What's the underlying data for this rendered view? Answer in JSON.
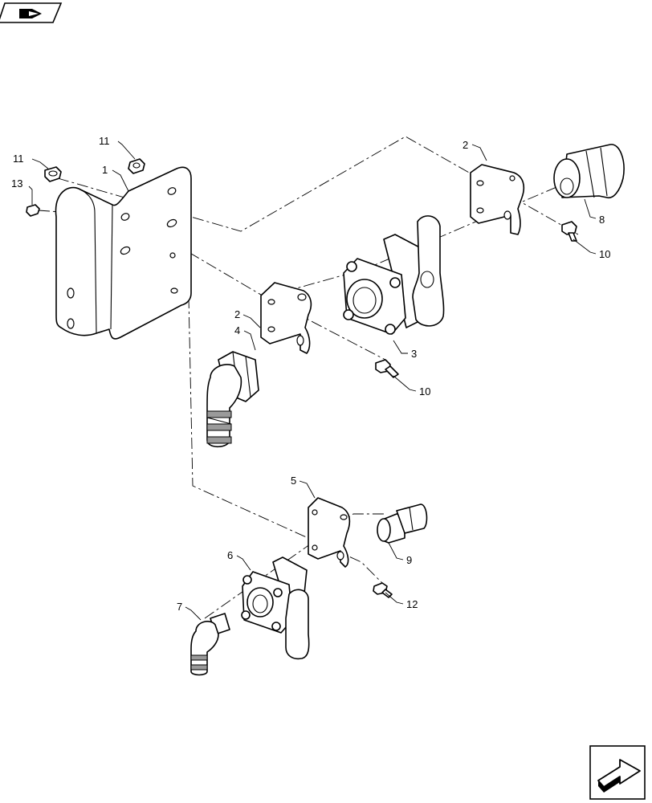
{
  "callouts": {
    "c1": "1",
    "c2a": "2",
    "c2b": "2",
    "c3": "3",
    "c4": "4",
    "c5": "5",
    "c6": "6",
    "c7": "7",
    "c8": "8",
    "c9": "9",
    "c10a": "10",
    "c10b": "10",
    "c11a": "11",
    "c11b": "11",
    "c12": "12",
    "c13": "13"
  },
  "icons": {
    "top_left": "book-hand-icon",
    "bottom_right": "next-page-arrow-icon"
  }
}
